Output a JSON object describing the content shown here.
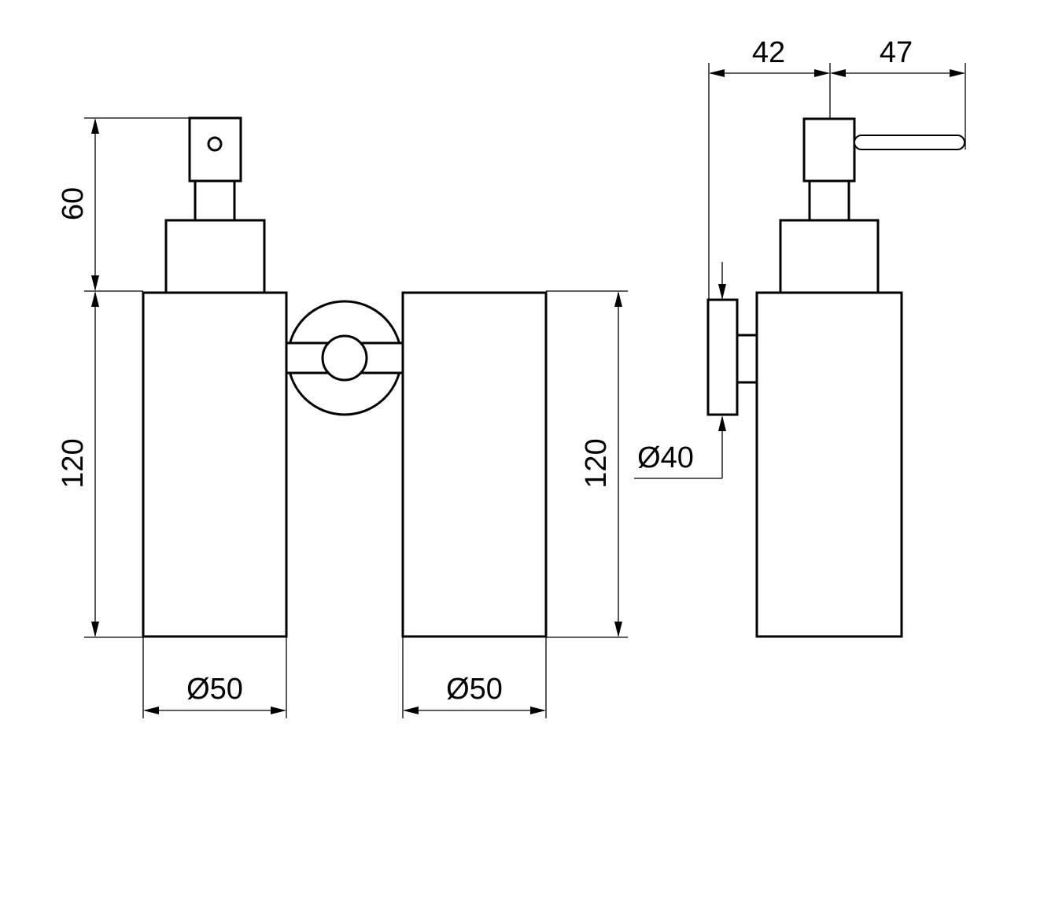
{
  "drawing": {
    "dimensions": {
      "pump_height": "60",
      "body_height_left": "120",
      "body_height_right": "120",
      "diameter_left": "Ø50",
      "diameter_right": "Ø50",
      "wall_plate_diameter": "Ø40",
      "wall_to_center": "42",
      "nozzle_reach": "47"
    }
  }
}
